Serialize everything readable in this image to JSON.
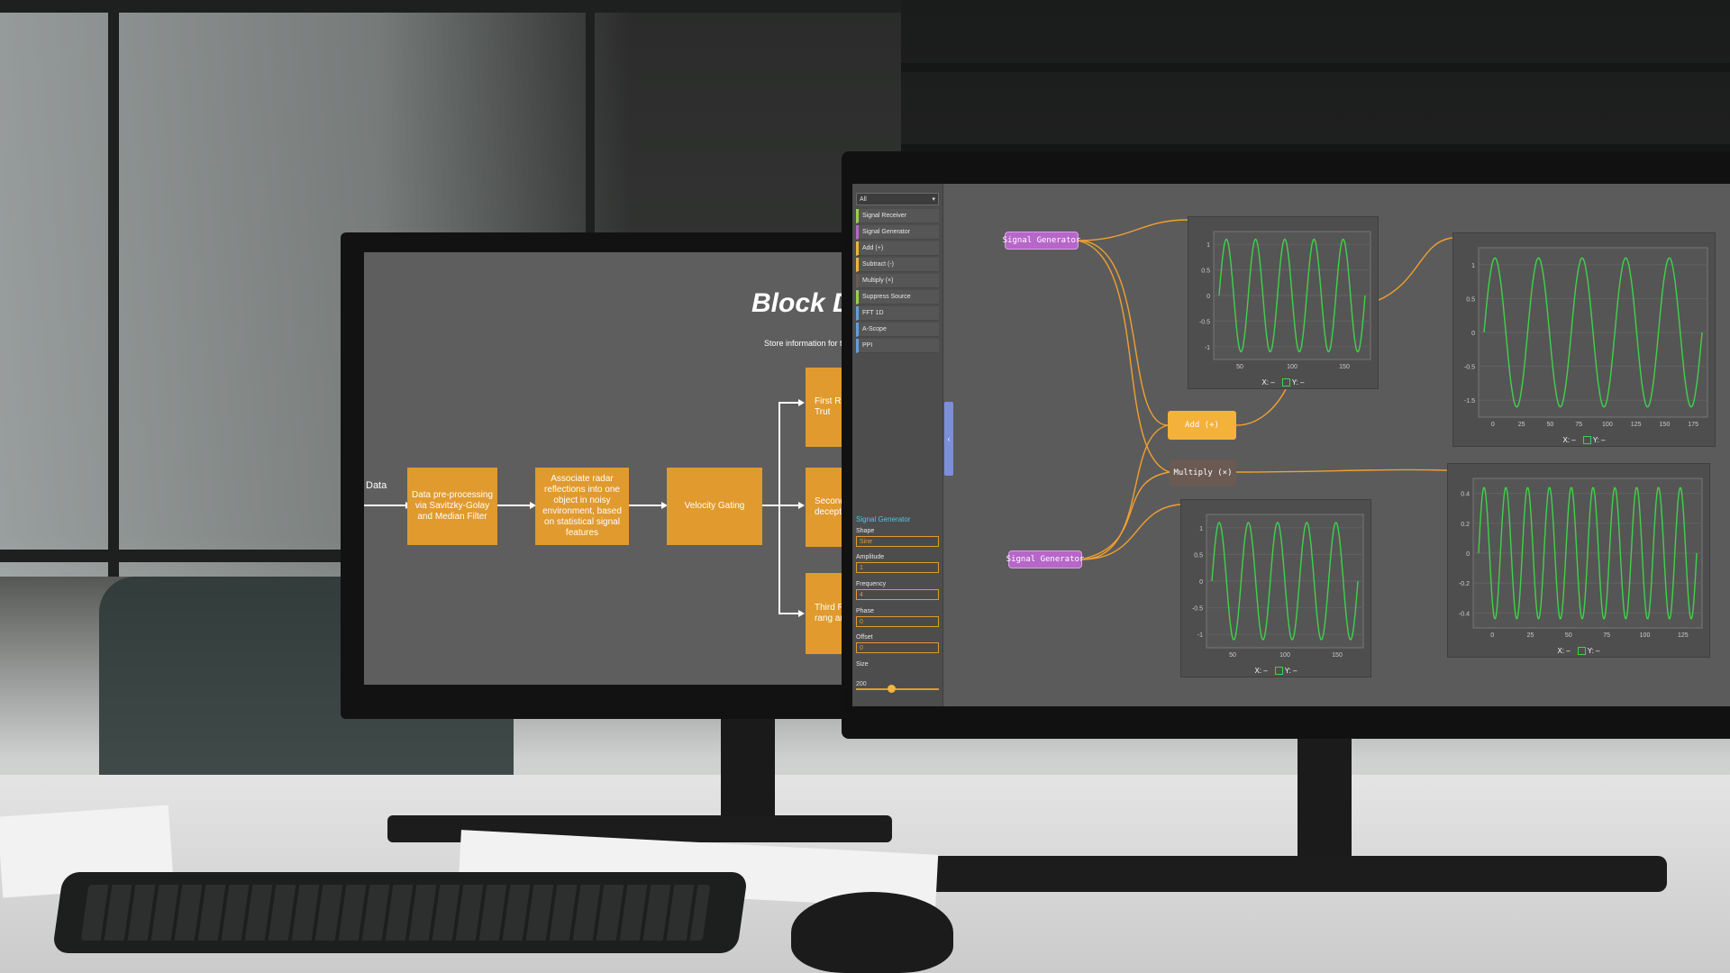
{
  "left_monitor": {
    "title": "Block D",
    "note": "Store information for the",
    "input_label": "Data",
    "blocks": [
      "Data pre-processing via Savitzky-Golay and Median Filter",
      "Associate radar reflections into one object in noisy environment, based on statistical signal features",
      "Velocity Gating"
    ],
    "branch_blocks": [
      "First Rotati Ground Trut",
      "Second F Store firs decepted a posi",
      "Third Rotat second rang angle, tim"
    ]
  },
  "node_library": {
    "category": "All",
    "items": [
      {
        "label": "Signal Receiver",
        "color": "#9ad04a"
      },
      {
        "label": "Signal Generator",
        "color": "#b766c9"
      },
      {
        "label": "Add (+)",
        "color": "#f4b23a"
      },
      {
        "label": "Subtract (-)",
        "color": "#f4b23a"
      },
      {
        "label": "Multiply (×)",
        "color": "#6a5a52"
      },
      {
        "label": "Suppress Source",
        "color": "#9ad04a"
      },
      {
        "label": "FFT 1D",
        "color": "#5ea0e0"
      },
      {
        "label": "A-Scope",
        "color": "#5ea0e0"
      },
      {
        "label": "PPI",
        "color": "#5ea0e0"
      }
    ]
  },
  "properties": {
    "title": "Signal Generator",
    "shape_label": "Shape",
    "shape_value": "Sine",
    "amplitude_label": "Amplitude",
    "amplitude_value": "1",
    "frequency_label": "Frequency",
    "frequency_value": "4",
    "phase_label": "Phase",
    "phase_value": "0",
    "offset_label": "Offset",
    "offset_value": "0",
    "size_label": "Size",
    "size_value": "200",
    "size_fraction": 0.42
  },
  "graph": {
    "generator_top_label": "Signal Generator",
    "generator_bottom_label": "Signal Generator",
    "add_label": "Add (+)",
    "multiply_label": "Multiply (×)",
    "wire_color": "#f0a030",
    "trace_color": "#3fd24a"
  },
  "scopes": [
    {
      "name": "top-left",
      "yticks": [
        "1",
        "0.5",
        "0",
        "-0.5",
        "-1"
      ],
      "xticks": [
        "50",
        "100",
        "150"
      ],
      "cycles": 5,
      "x_readout": "X: –",
      "y_readout": "Y: –"
    },
    {
      "name": "bottom-left",
      "yticks": [
        "1",
        "0.5",
        "0",
        "-0.5",
        "-1"
      ],
      "xticks": [
        "50",
        "100",
        "150"
      ],
      "cycles": 5,
      "x_readout": "X: –",
      "y_readout": "Y: –"
    },
    {
      "name": "top-right",
      "yticks": [
        "1",
        "0.5",
        "0",
        "-0.5",
        "-1.5"
      ],
      "xticks": [
        "0",
        "25",
        "50",
        "75",
        "100",
        "125",
        "150",
        "175"
      ],
      "cycles": 5,
      "x_readout": "X: –",
      "y_readout": "Y: –"
    },
    {
      "name": "bottom-right",
      "yticks": [
        "0.4",
        "0.2",
        "0",
        "-0.2",
        "-0.4"
      ],
      "xticks": [
        "0",
        "25",
        "50",
        "75",
        "100",
        "125"
      ],
      "cycles": 10,
      "x_readout": "X: –",
      "y_readout": "Y: –"
    }
  ]
}
